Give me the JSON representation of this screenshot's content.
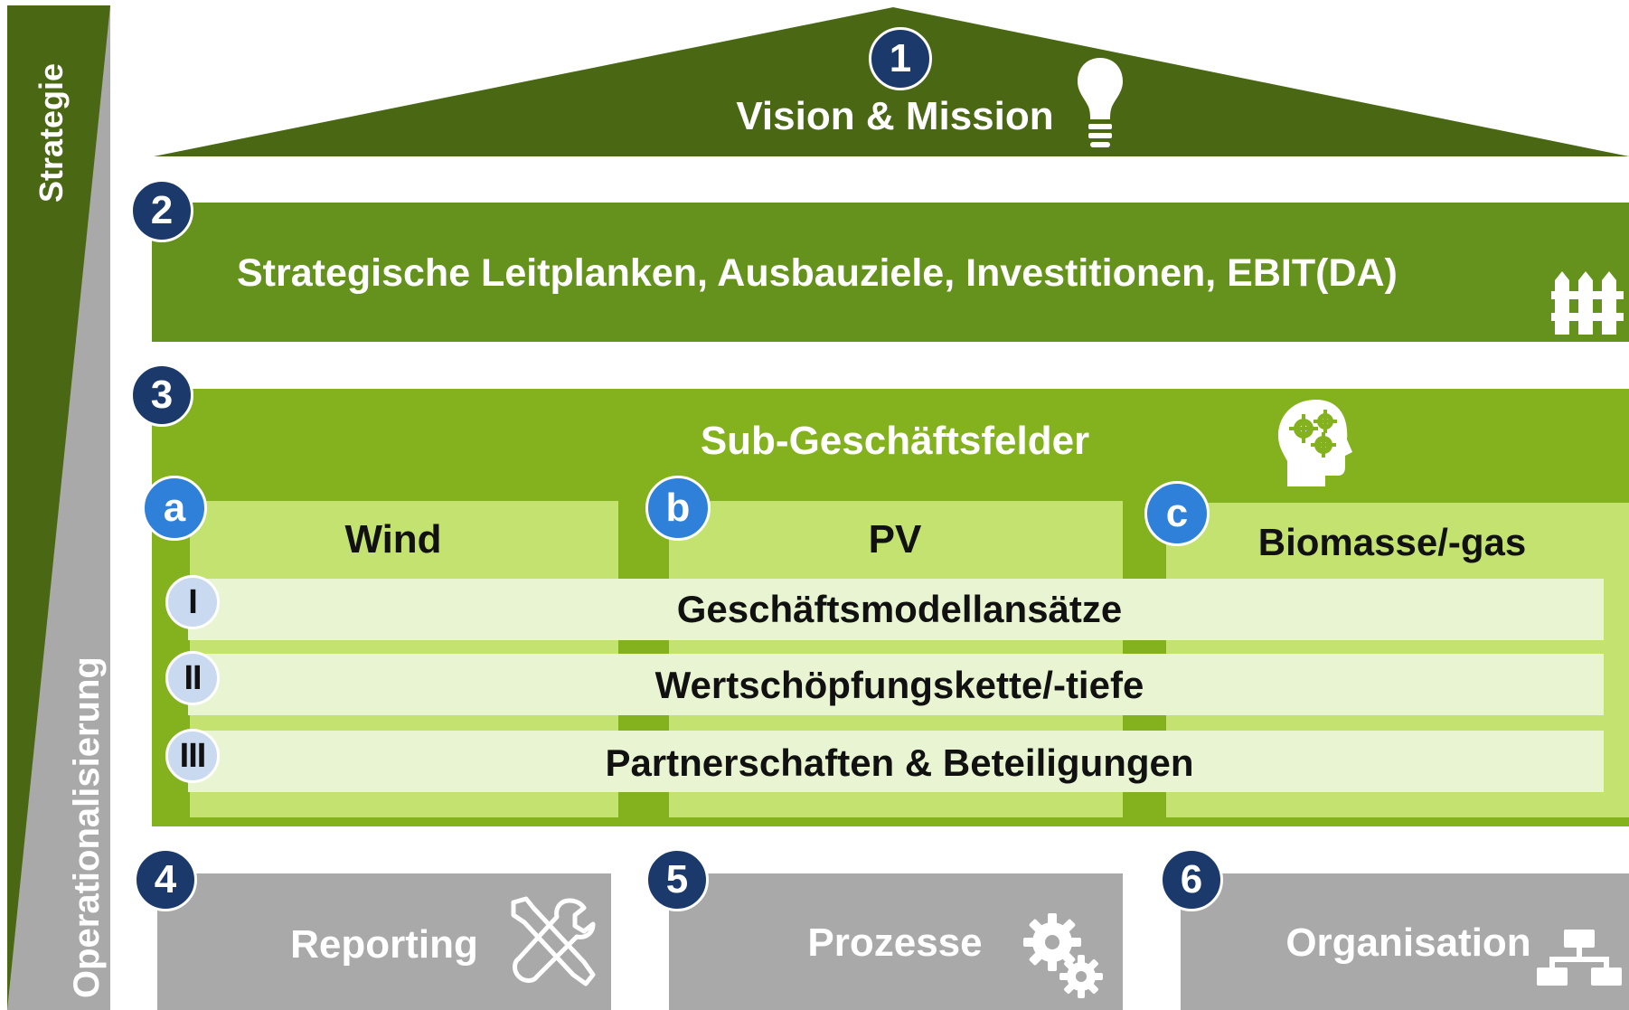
{
  "side": {
    "strategie": "Strategie",
    "operationalisierung": "Operationalisierung"
  },
  "level1": {
    "num": "1",
    "title": "Vision & Mission",
    "icon": "lightbulb-icon"
  },
  "level2": {
    "num": "2",
    "title": "Strategische Leitplanken, Ausbauziele, Investitionen, EBIT(DA)",
    "icon": "fence-icon"
  },
  "level3": {
    "num": "3",
    "title": "Sub-Geschäftsfelder",
    "icon": "head-gears-icon",
    "columns": [
      {
        "letter": "a",
        "label": "Wind"
      },
      {
        "letter": "b",
        "label": "PV"
      },
      {
        "letter": "c",
        "label": "Biomasse/-gas"
      }
    ],
    "rows": [
      {
        "num": "I",
        "label": "Geschäftsmodellansätze"
      },
      {
        "num": "II",
        "label": "Wertschöpfungskette/-tiefe"
      },
      {
        "num": "III",
        "label": "Partnerschaften & Beteiligungen"
      }
    ]
  },
  "bottom": [
    {
      "num": "4",
      "label": "Reporting",
      "icon": "tools-icon"
    },
    {
      "num": "5",
      "label": "Prozesse",
      "icon": "gears-icon"
    },
    {
      "num": "6",
      "label": "Organisation",
      "icon": "org-chart-icon"
    }
  ],
  "colors": {
    "dark_green": "#4a6714",
    "mid_green": "#64921c",
    "bright_green": "#84b21f",
    "light_green": "#c3e26f",
    "pale_green": "#e9f5d2",
    "gray": "#a9a9a9",
    "navy": "#1b3a6b",
    "blue": "#2f80d9"
  }
}
